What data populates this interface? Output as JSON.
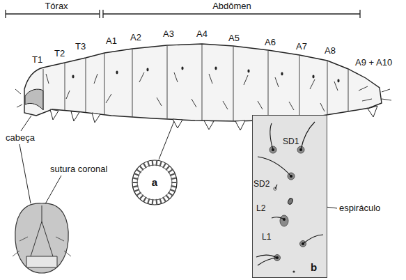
{
  "diagram": {
    "nodes": [
      {
        "text": [
          "a"
        ]
      },
      {
        "text": [
          "SD1",
          "SD2",
          "L2",
          "L1",
          "b"
        ]
      }
    ],
    "labels": [
      "Tórax",
      "Abdômen",
      "T1",
      "T2",
      "T3",
      "A1",
      "A2",
      "A3",
      "A4",
      "A5",
      "A6",
      "A7",
      "A8",
      "A9 + A10",
      "cabeça",
      "sutura coronal",
      "espiráculo"
    ]
  }
}
